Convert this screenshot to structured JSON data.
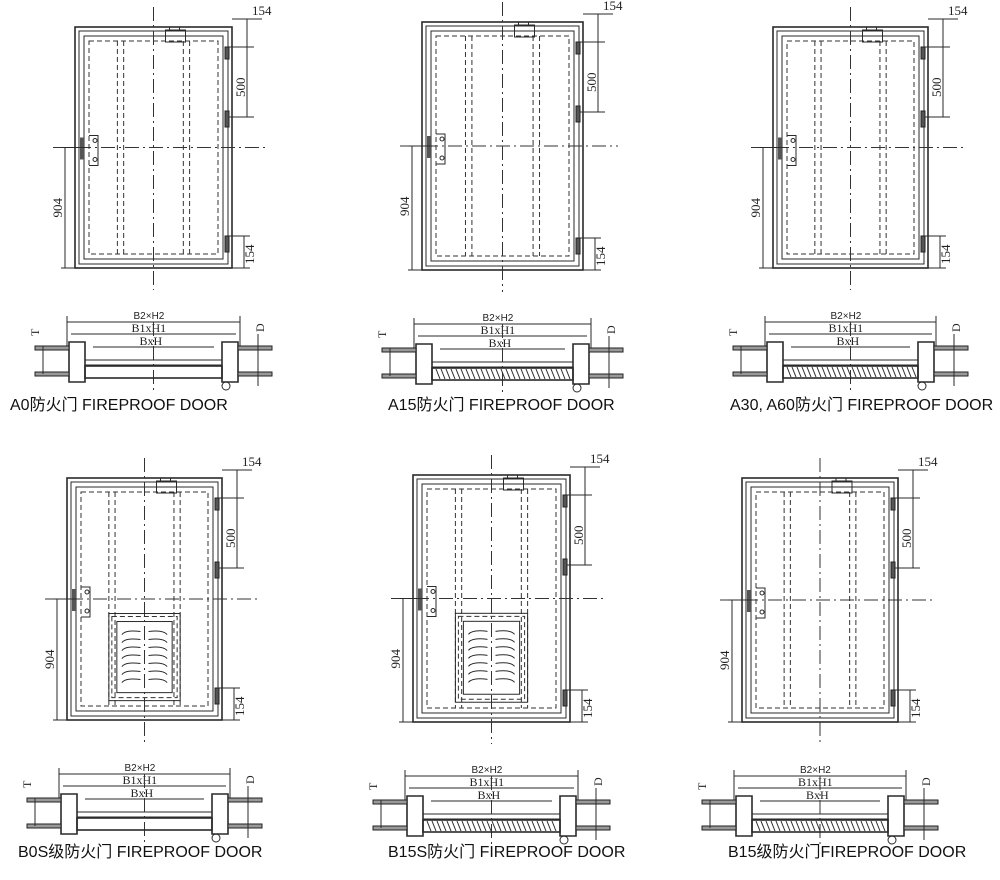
{
  "panels": [
    {
      "caption": "A0防火门  FIREPROOF DOOR",
      "vent": false,
      "section_style": "plain"
    },
    {
      "caption": "A15防火门  FIREPROOF DOOR",
      "vent": false,
      "section_style": "insulated"
    },
    {
      "caption": "A30, A60防火门  FIREPROOF DOOR",
      "vent": false,
      "section_style": "insulated"
    },
    {
      "caption": "B0S级防火门  FIREPROOF DOOR",
      "vent": true,
      "section_style": "plain"
    },
    {
      "caption": "B15S防火门  FIREPROOF DOOR",
      "vent": true,
      "section_style": "wool"
    },
    {
      "caption": "B15级防火门FIREPROOF DOOR",
      "vent": false,
      "section_style": "wool"
    }
  ],
  "dimensions": {
    "top_offset": "154",
    "hinge_spacing": "500",
    "handle_height": "904",
    "bottom_offset": "154",
    "overall": "B2×H2",
    "frame": "B1xH1",
    "clear": "BxH",
    "depth": "D",
    "thickness": "T"
  },
  "colors": {
    "line": "#2a2a2a",
    "door_fill": "#f1f4f9",
    "background": "#ffffff"
  }
}
